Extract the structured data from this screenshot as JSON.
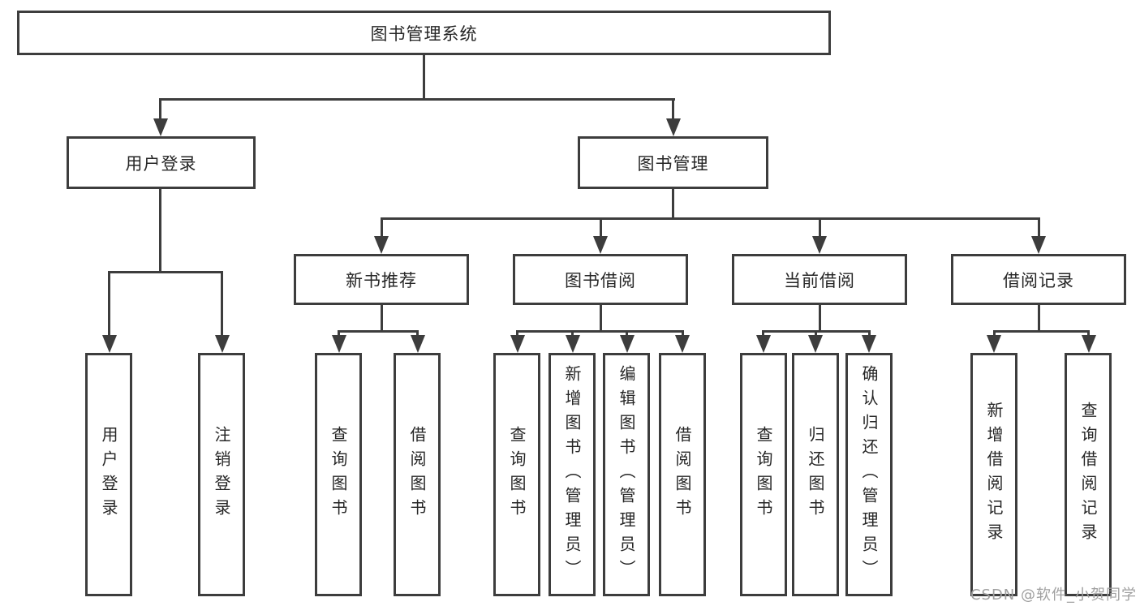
{
  "diagram": {
    "root": {
      "label": "图书管理系统"
    },
    "branches": [
      {
        "label": "用户登录",
        "children": [
          "用户登录",
          "注销登录"
        ]
      },
      {
        "label": "图书管理",
        "sections": [
          {
            "label": "新书推荐",
            "children": [
              "查询图书",
              "借阅图书"
            ]
          },
          {
            "label": "图书借阅",
            "children": [
              "查询图书",
              "新增图书（管理员）",
              "编辑图书（管理员）",
              "借阅图书"
            ]
          },
          {
            "label": "当前借阅",
            "children": [
              "查询图书",
              "归还图书",
              "确认归还（管理员）"
            ]
          },
          {
            "label": "借阅记录",
            "children": [
              "新增借阅记录",
              "查询借阅记录"
            ]
          }
        ]
      }
    ]
  },
  "watermark": {
    "text": "CSDN @软件_小贺同学"
  },
  "colors": {
    "line": "#3d3d3d",
    "text": "#262626",
    "watermark": "#a0a0a0",
    "background": "#ffffff"
  }
}
